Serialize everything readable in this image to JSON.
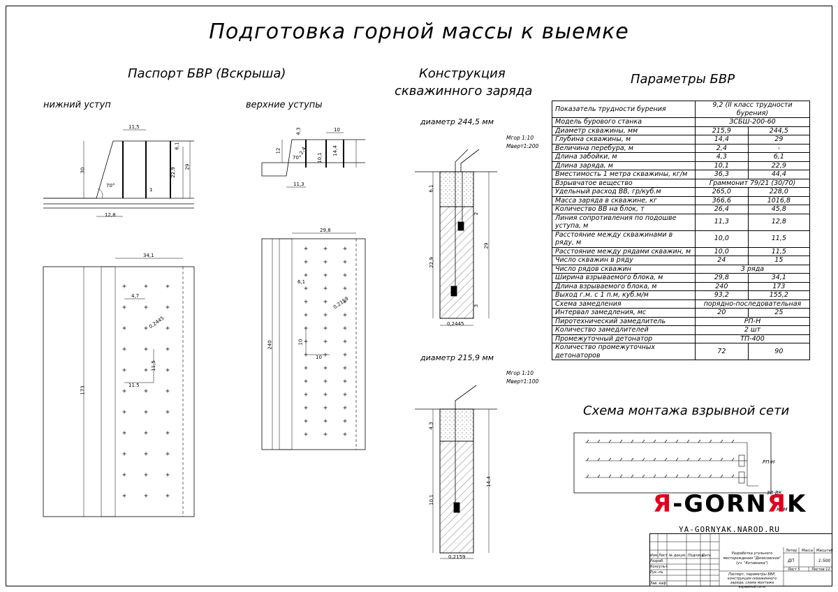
{
  "title": "Подготовка горной массы к выемке",
  "sections": {
    "passport": "Паспорт БВР (Вскрыша)",
    "lower_bench": "нижний уступ",
    "upper_benches": "верхние уступы",
    "construction_line1": "Конструкция",
    "construction_line2": "скважинного заряда",
    "params_title": "Параметры БВР",
    "network_title": "Схема монтажа взрывной сети"
  },
  "charge1": {
    "label": "диаметр 244,5 мм",
    "scale1": "Мгор 1:10",
    "scale2": "Мверт1:200"
  },
  "charge2": {
    "label": "диаметр 215,9 мм",
    "scale1": "Мгор 1:10",
    "scale2": "Мверт1:100"
  },
  "dims": {
    "d_11_5_top": "11,5",
    "d_30": "30",
    "d_70": "70°",
    "d_22_9": "22,9",
    "d_29": "29",
    "d_6_1": "6,1",
    "d_1": "1",
    "d_12_8": "12,8",
    "u_4_3": "4,3",
    "u_10": "10",
    "u_12": "12",
    "u_70": "70°",
    "u_2_4": "2,4",
    "u_10_1": "10,1",
    "u_14_4": "14,4",
    "u_11_3": "11,3",
    "p_34_1": "34,1",
    "p_4_7": "4,7",
    "p_02445": "0,2445",
    "p_11_5a": "11,5",
    "p_11_5b": "11.5",
    "p_173": "173",
    "q_29_8": "29,8",
    "q_6_1": "6,1",
    "q_02159": "0,2159",
    "q_10a": "10",
    "q_10b": "10",
    "q_240": "240",
    "c1_6_1": "6,1",
    "c1_22_9": "22,9",
    "c1_29": "29",
    "c1_2": "2",
    "c1_3": "3",
    "c1_02445": "0,2445",
    "c2_4_3": "4,3",
    "c2_10_1": "10,1",
    "c2_14_4": "14,4",
    "c2_02159": "0,2159"
  },
  "params": [
    [
      "Показатель трудности бурения",
      "9,2  (II класс трудности бурения)",
      null
    ],
    [
      "Модель бурового станка",
      "ЗСБШ-200-60",
      null
    ],
    [
      "Диаметр скважины, мм",
      "215,9",
      "244,5"
    ],
    [
      "Глубина скважины, м",
      "14,4",
      "29"
    ],
    [
      "Величина перебура, м",
      "2,4",
      "-"
    ],
    [
      "Длина забойки, м",
      "4,3",
      "6,1"
    ],
    [
      "Длина заряда, м",
      "10,1",
      "22,9"
    ],
    [
      "Вместимость 1 метра скважины, кг/м",
      "36,3",
      "44,4"
    ],
    [
      "Взрывчатое вещество",
      "Граммонит 79/21 (30/70)",
      null
    ],
    [
      "Удельный расход ВВ, гр/куб.м",
      "265,0",
      "228,0"
    ],
    [
      "Масса заряда в скважине, кг",
      "366,6",
      "1016,8"
    ],
    [
      "Количество ВВ на блок, т",
      "26,4",
      "45,8"
    ],
    [
      "Линия сопротивления по подошве уступа, м",
      "11,3",
      "12,8"
    ],
    [
      "Расстояние между скважинами в ряду, м",
      "10,0",
      "11,5"
    ],
    [
      "Расстояние между рядами скважин, м",
      "10,0",
      "11,5"
    ],
    [
      "Число скважин в ряду",
      "24",
      "15"
    ],
    [
      "Число рядов скважин",
      "3 ряда",
      null
    ],
    [
      "Ширина взрываемого блока, м",
      "29,8",
      "34,1"
    ],
    [
      "Длина взрываемого блока, м",
      "240",
      "173"
    ],
    [
      "Выход г.м. с 1 п.м, куб.м/м",
      "93,2",
      "155,2"
    ],
    [
      "Схема замедления",
      "порядно-последовательная",
      null
    ],
    [
      "Интервал замедления, мс",
      "20",
      "25"
    ],
    [
      "Пиротехнический замедлитель",
      "РП-Н",
      null
    ],
    [
      "Количество замедлителей",
      "2 шт",
      null
    ],
    [
      "Промежуточный детонатор",
      "ТП-400",
      null
    ],
    [
      "Количество промежуточных детонаторов",
      "72",
      "90"
    ]
  ],
  "network": {
    "rp": "РП-Н",
    "zv": "ЗВ-ВК",
    "kzm": "КЗМ"
  },
  "logo": {
    "left": "Я",
    "mid": "-GORN",
    "right": "Я",
    "end": "K"
  },
  "site": "YA-GORNYAK.NAROD.RU",
  "stamp": {
    "izm": "Изм.",
    "list": "Лист",
    "ndoc": "№ докум.",
    "podp": "Подпись",
    "data": "Дата",
    "razrab": "Разраб.",
    "konsult": "Консульт.",
    "ruk": "Рук.-ль",
    "zavkaf": "Зав. каф.",
    "project": "Разработка угольного месторождения \"Денисовское\" (уч. \"Котовника\")",
    "sheet_title": "Паспорт, параметры БВР, конструкция скважинного заряда, схема монтажа взрывной сети",
    "liter": "Литер",
    "mass": "Масса",
    "scale_h": "Масштаб",
    "dp": "ДП",
    "scale": "1:500",
    "list_n": "Лист 5",
    "listov": "Листов 11"
  },
  "colors": {
    "logo_red": "#e0001b",
    "line": "#000000"
  }
}
